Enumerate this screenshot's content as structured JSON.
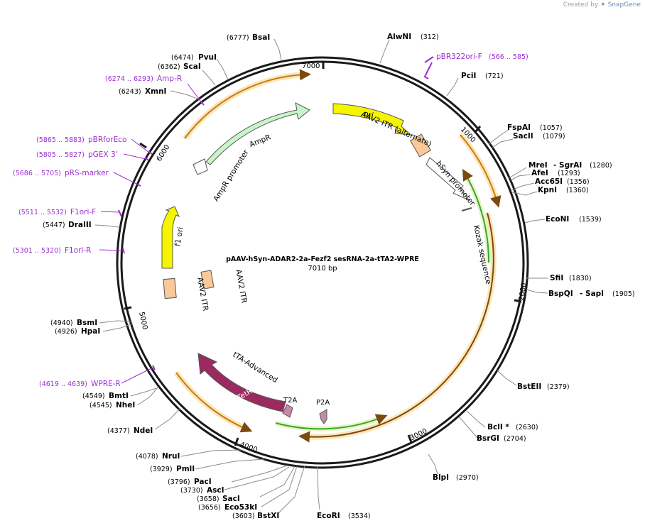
{
  "credit": {
    "created_by": "Created by",
    "brand": "SnapGene",
    "icon": "snapgene-logo-icon"
  },
  "plasmid": {
    "name": "pAAV-hSyn-ADAR2-2a-Fezf2 sesRNA-2a-tTA2-WPRE",
    "length_label": "7010 bp",
    "length": 7010
  },
  "ticks": [
    {
      "pos": 0,
      "label": "7000"
    },
    {
      "pos": 1000,
      "label": "1000"
    },
    {
      "pos": 2000,
      "label": "2000"
    },
    {
      "pos": 3000,
      "label": "3000"
    },
    {
      "pos": 4000,
      "label": "4000"
    },
    {
      "pos": 5000,
      "label": "5000"
    },
    {
      "pos": 6000,
      "label": "6000"
    }
  ],
  "colors": {
    "backbone": "#1a1a1a",
    "enzyme": "#000000",
    "primer": "#9b2fd4",
    "ori": "#f5f500",
    "ampr": "#c8f5c8",
    "itr": "#fbc89a",
    "promoter": "#ffffff",
    "tetr": "#9b2a5e",
    "p2a": "#c48aa8",
    "orange_arc": "#e08a1a",
    "green_arc": "#3aa82a",
    "highlight": "#fde6b8"
  },
  "enzymes": [
    {
      "name": "BsaI",
      "pos": "(6777)"
    },
    {
      "name": "AlwNI",
      "pos": "(312)"
    },
    {
      "name": "PvuI",
      "pos": "(6474)"
    },
    {
      "name": "ScaI",
      "pos": "(6362)"
    },
    {
      "name": "XmnI",
      "pos": "(6243)"
    },
    {
      "name": "PciI",
      "pos": "(721)"
    },
    {
      "name": "FspAI",
      "pos": "(1057)"
    },
    {
      "name": "SacII",
      "pos": "(1079)"
    },
    {
      "name": "MreI",
      "pos": "(1280)",
      "extra": "- SgrAI"
    },
    {
      "name": "AfeI",
      "pos": "(1293)"
    },
    {
      "name": "Acc65I",
      "pos": "(1356)"
    },
    {
      "name": "KpnI",
      "pos": "(1360)"
    },
    {
      "name": "EcoNI",
      "pos": "(1539)"
    },
    {
      "name": "SfiI",
      "pos": "(1830)"
    },
    {
      "name": "BspQI",
      "pos": "(1905)",
      "extra": "- SapI"
    },
    {
      "name": "BstEII",
      "pos": "(2379)"
    },
    {
      "name": "BclI *",
      "pos": "(2630)"
    },
    {
      "name": "BsrGI",
      "pos": "(2704)"
    },
    {
      "name": "BlpI",
      "pos": "(2970)"
    },
    {
      "name": "EcoRI",
      "pos": "(3534)"
    },
    {
      "name": "BstXI",
      "pos": "(3603)"
    },
    {
      "name": "Eco53kI",
      "pos": "(3656)"
    },
    {
      "name": "SacI",
      "pos": "(3658)"
    },
    {
      "name": "AscI",
      "pos": "(3730)"
    },
    {
      "name": "PacI",
      "pos": "(3796)"
    },
    {
      "name": "PmlI",
      "pos": "(3929)"
    },
    {
      "name": "NruI",
      "pos": "(4078)"
    },
    {
      "name": "NdeI",
      "pos": "(4377)"
    },
    {
      "name": "NheI",
      "pos": "(4545)"
    },
    {
      "name": "BmtI",
      "pos": "(4549)"
    },
    {
      "name": "HpaI",
      "pos": "(4926)"
    },
    {
      "name": "BsmI",
      "pos": "(4940)"
    },
    {
      "name": "DraIII",
      "pos": "(5447)"
    }
  ],
  "primers": [
    {
      "name": "pBR322ori-F",
      "range": "(566 .. 585)"
    },
    {
      "name": "Amp-R",
      "range": "(6274 .. 6293)"
    },
    {
      "name": "pBRforEco",
      "range": "(5865 .. 5883)"
    },
    {
      "name": "pGEX 3'",
      "range": "(5805 .. 5827)"
    },
    {
      "name": "pRS-marker",
      "range": "(5686 .. 5705)"
    },
    {
      "name": "F1ori-F",
      "range": "(5511 .. 5532)"
    },
    {
      "name": "F1ori-R",
      "range": "(5301 .. 5320)"
    },
    {
      "name": "WPRE-R",
      "range": "(4619 .. 4639)"
    }
  ],
  "features": {
    "ori": "ori",
    "ampr": "AmpR",
    "ampr_promoter": "AmpR promoter",
    "itr_alt": "AAV2 ITR (alternate)",
    "hsyn": "hSyn promoter",
    "kozak": "Kozak sequence",
    "f1ori": "f1 ori",
    "itr_left": "AAV2 ITR",
    "itr_inner": "AAV2 ITR",
    "tta": "tTA-Advanced",
    "tetr": "TetR",
    "t2a": "T2A",
    "p2a": "P2A"
  }
}
